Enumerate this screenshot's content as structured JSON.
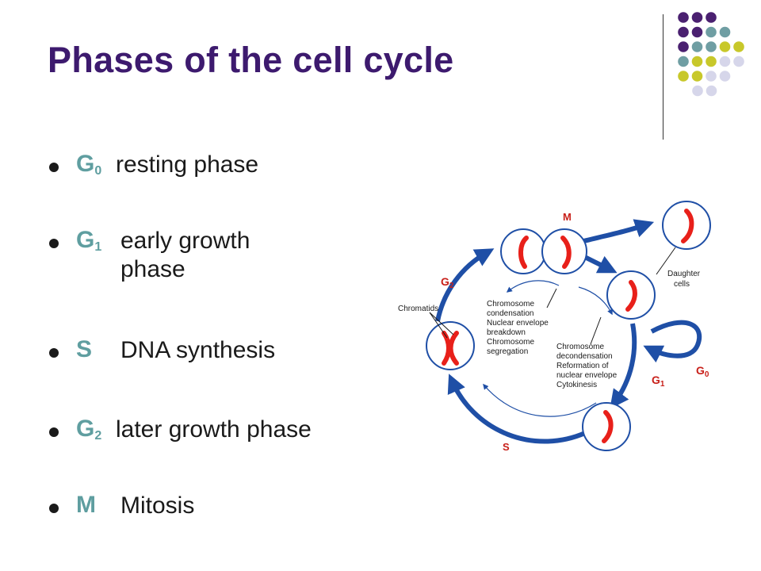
{
  "slide": {
    "title": "Phases of the cell cycle"
  },
  "bullets": [
    {
      "key": "G",
      "sub": "0",
      "desc": "resting phase"
    },
    {
      "key": "G",
      "sub": "1",
      "desc": "early growth phase"
    },
    {
      "key": "S",
      "sub": "",
      "desc": "DNA synthesis"
    },
    {
      "key": "G",
      "sub": "2",
      "desc": "later growth phase"
    },
    {
      "key": "M",
      "sub": "",
      "desc": "Mitosis"
    }
  ],
  "diagram": {
    "phase_m": "M",
    "phase_g2_letter": "G",
    "phase_g2_sub": "2",
    "phase_g1_letter": "G",
    "phase_g1_sub": "1",
    "phase_g0_letter": "G",
    "phase_g0_sub": "0",
    "phase_s": "S",
    "chromatids_label": "Chromatids",
    "daughter_cells_line1": "Daughter",
    "daughter_cells_line2": "cells",
    "mitosis_events": [
      "Chromosome",
      "condensation",
      "Nuclear envelope",
      "breakdown",
      "Chromosome",
      "segregation"
    ],
    "telophase_events": [
      "Chromosome",
      "decondensation",
      "Reformation of",
      "nuclear envelope",
      "Cytokinesis"
    ]
  },
  "colors": {
    "title": "#3d1a6e",
    "bullet_key": "#5f9ea0",
    "arrow_blue": "#1f4fa6",
    "chromosome_red": "#e8201a",
    "phase_label_red": "#c8201a",
    "dot_purple": "#4a2070",
    "dot_teal": "#6f9ea3",
    "dot_olive": "#c8c82a",
    "dot_lavender": "#d6d6ea"
  },
  "decor": {
    "dot_grid_rows": [
      [
        "purple",
        "purple",
        "purple"
      ],
      [
        "purple",
        "purple",
        "teal",
        "teal"
      ],
      [
        "purple",
        "teal",
        "teal",
        "olive",
        "olive"
      ],
      [
        "teal",
        "olive",
        "olive",
        "lavender",
        "lavender"
      ],
      [
        "olive",
        "olive",
        "lavender",
        "lavender"
      ],
      [
        "lavender",
        "lavender"
      ]
    ]
  }
}
